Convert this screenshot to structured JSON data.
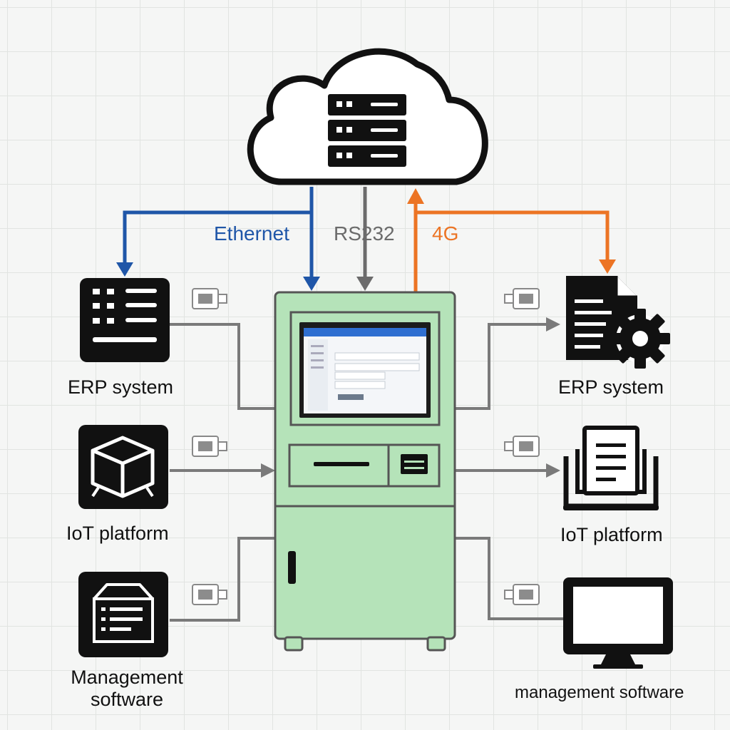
{
  "protocols": {
    "ethernet": "Ethernet",
    "rs232": "RS232",
    "four_g": "4G"
  },
  "left_systems": [
    {
      "label": "ERP system",
      "icon": "server-rack-icon"
    },
    {
      "label": "IoT platform",
      "icon": "cube-icon"
    },
    {
      "label": "Management software",
      "icon": "storage-box-icon"
    }
  ],
  "right_systems": [
    {
      "label": "ERP system",
      "icon": "document-gear-icon"
    },
    {
      "label": "IoT platform",
      "icon": "document-stack-icon"
    },
    {
      "label": "management software",
      "icon": "monitor-icon"
    }
  ],
  "colors": {
    "ethernet": "#1f56a8",
    "rs232": "#6b6b6b",
    "four_g": "#ec7424",
    "terminal_body": "#b5e3b9",
    "line": "#7a7a7a"
  }
}
